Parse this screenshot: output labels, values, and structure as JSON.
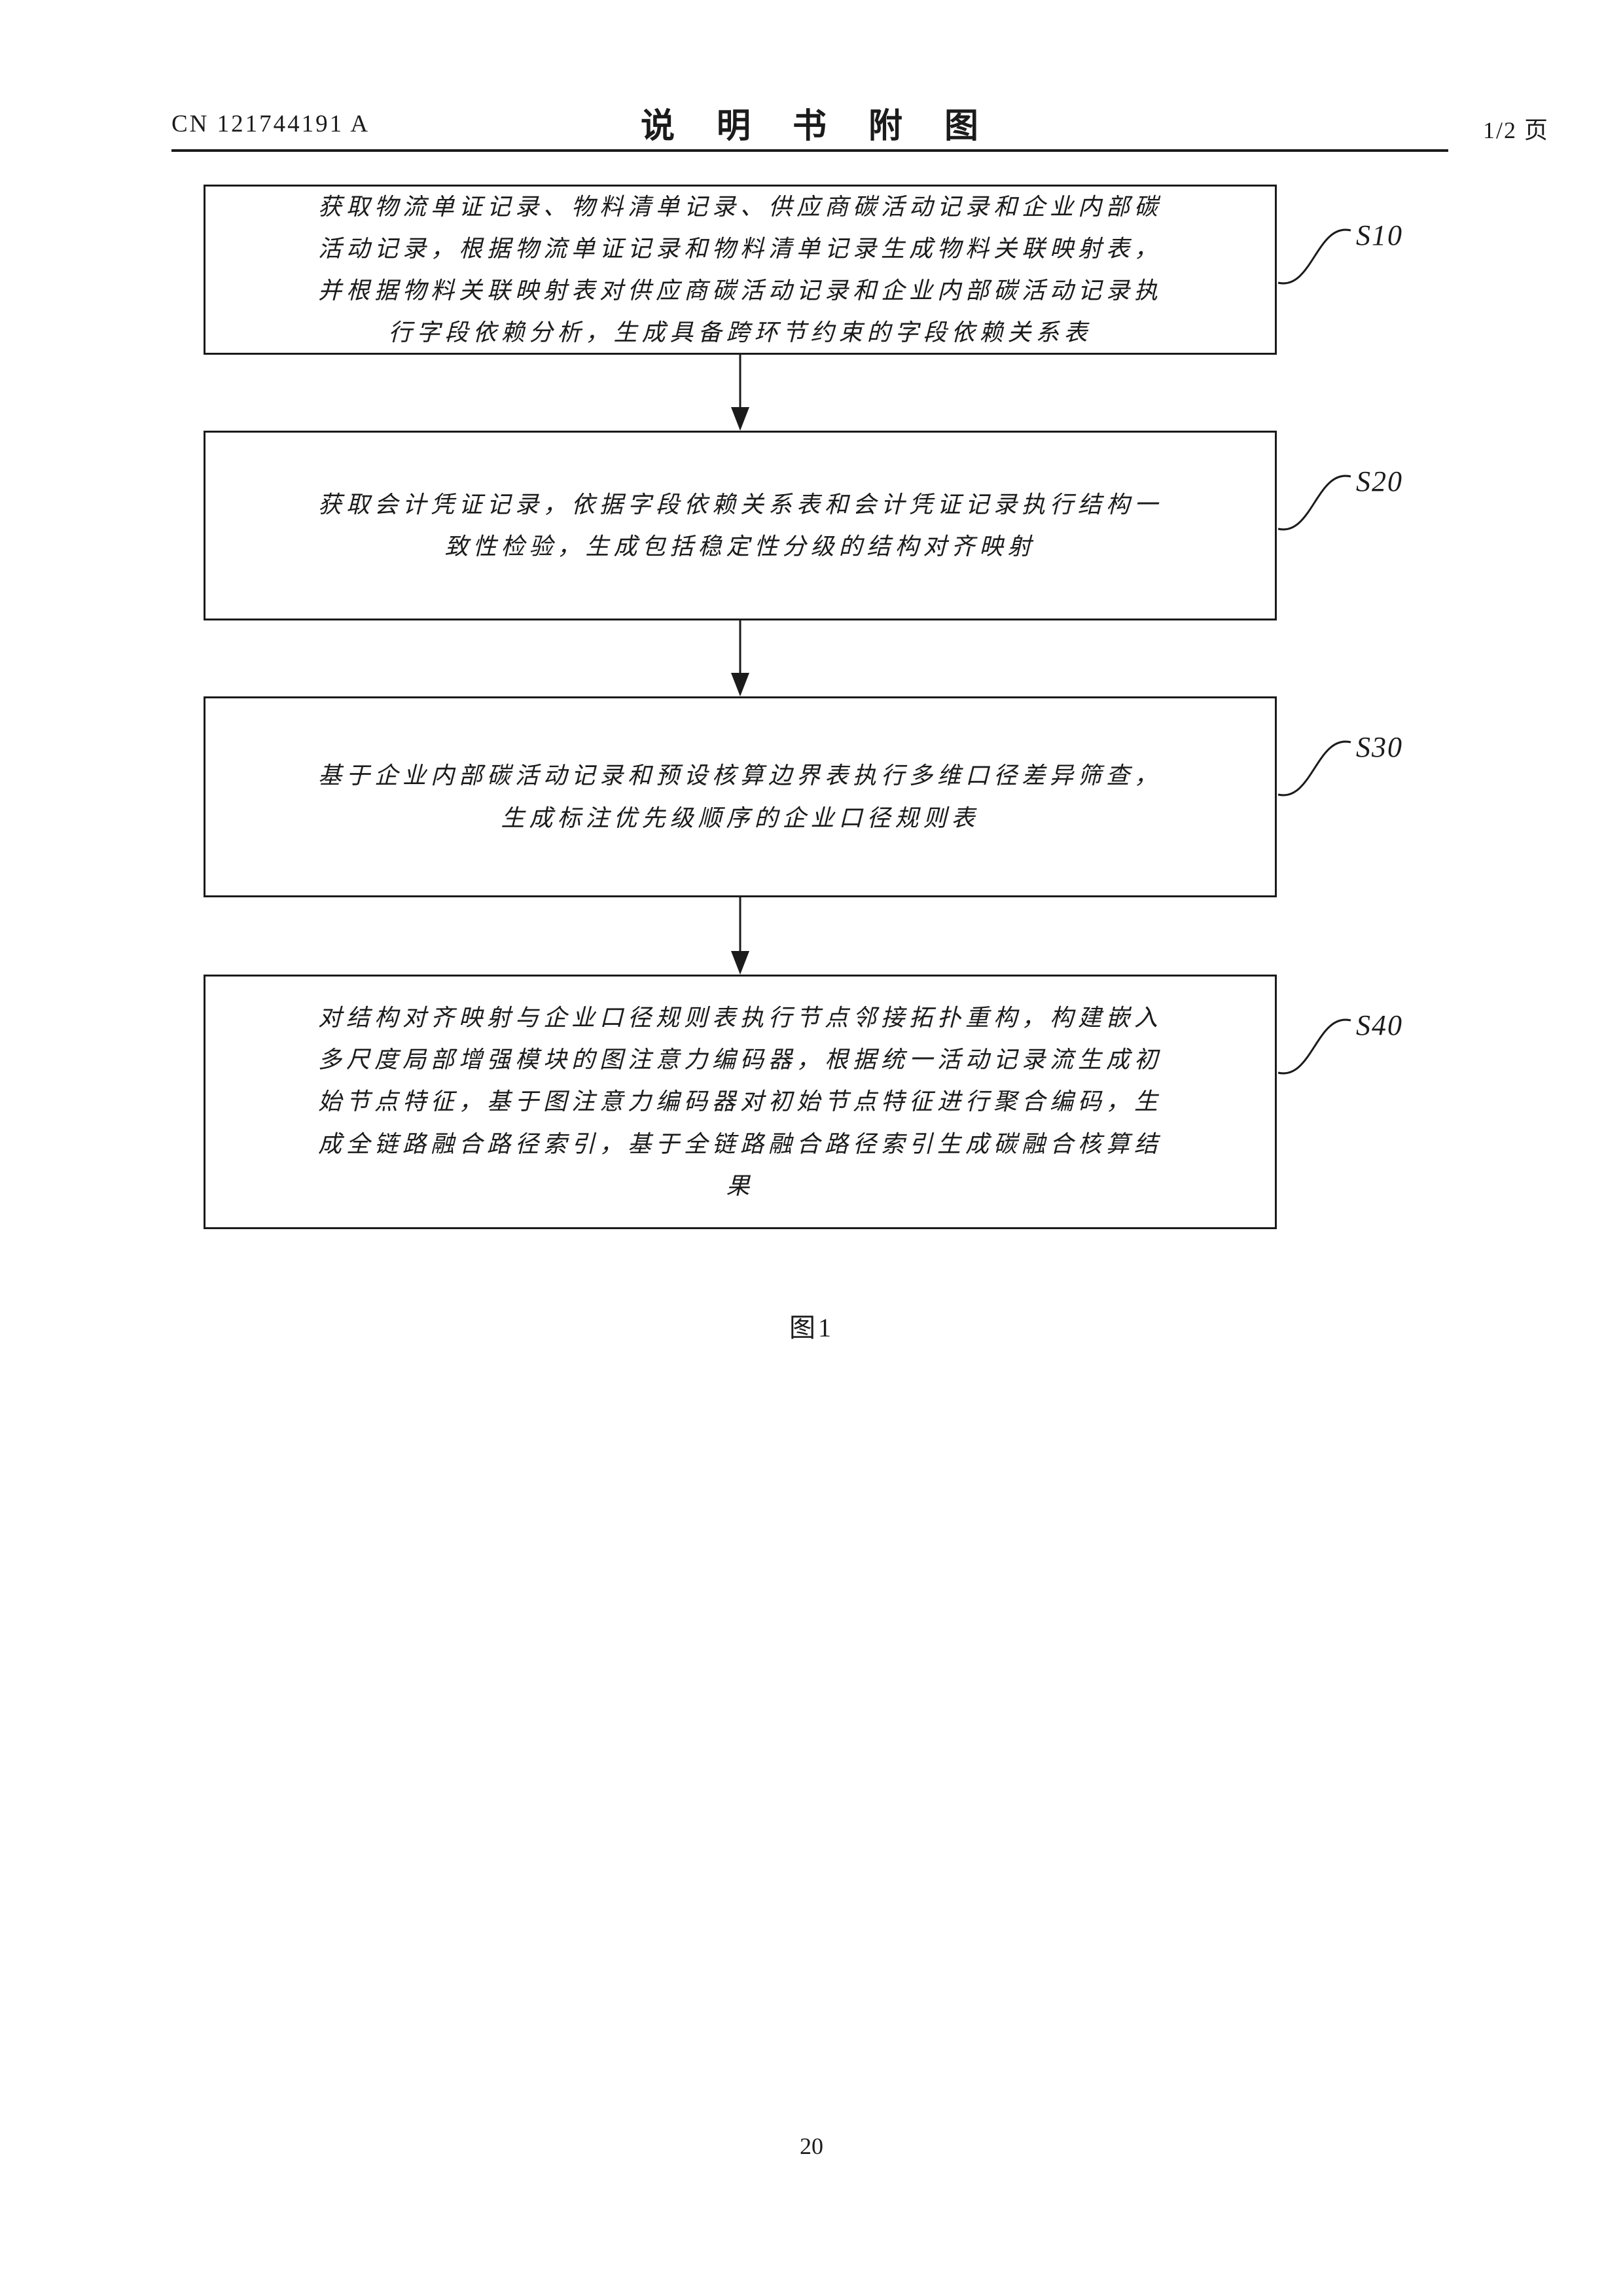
{
  "header": {
    "doc_number": "CN 121744191 A",
    "title": "说　明　书　附　图",
    "page_indicator": "1/2 页"
  },
  "flowchart": {
    "steps": [
      {
        "label": "S10",
        "text": "获取物流单证记录、物料清单记录、供应商碳活动记录和企业内部碳\n活动记录，根据物流单证记录和物料清单记录生成物料关联映射表，\n并根据物料关联映射表对供应商碳活动记录和企业内部碳活动记录执\n行字段依赖分析，生成具备跨环节约束的字段依赖关系表"
      },
      {
        "label": "S20",
        "text": "获取会计凭证记录，依据字段依赖关系表和会计凭证记录执行结构一\n致性检验，生成包括稳定性分级的结构对齐映射"
      },
      {
        "label": "S30",
        "text": "基于企业内部碳活动记录和预设核算边界表执行多维口径差异筛查，\n生成标注优先级顺序的企业口径规则表"
      },
      {
        "label": "S40",
        "text": "对结构对齐映射与企业口径规则表执行节点邻接拓扑重构，构建嵌入\n多尺度局部增强模块的图注意力编码器，根据统一活动记录流生成初\n始节点特征，基于图注意力编码器对初始节点特征进行聚合编码，生\n成全链路融合路径索引，基于全链路融合路径索引生成碳融合核算结\n果"
      }
    ],
    "caption": "图1"
  },
  "footer": {
    "page_number": "20"
  }
}
